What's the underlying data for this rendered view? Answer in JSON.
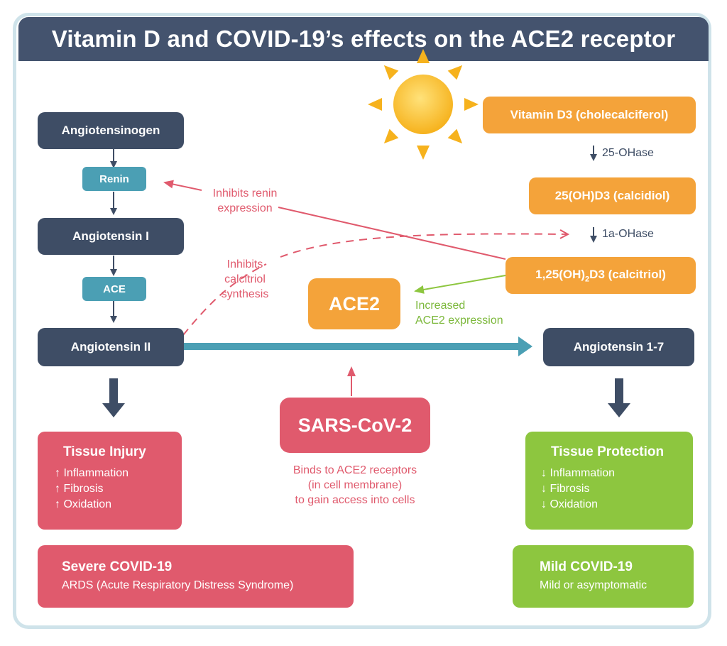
{
  "title": "Vitamin D and COVID-19’s effects on the ACE2 receptor",
  "left_column": {
    "angiotensinogen": "Angiotensinogen",
    "renin": "Renin",
    "angiotensin_1": "Angiotensin I",
    "ace": "ACE",
    "angiotensin_2": "Angiotensin II"
  },
  "vitamin_d": {
    "d3": "Vitamin D3 (cholecalciferol)",
    "step1": "25-OHase",
    "calcidiol": "25(OH)D3 (calcidiol)",
    "step2": "1a-OHase",
    "calcitriol_prefix": "1,25(OH)",
    "calcitriol_sub": "2",
    "calcitriol_suffix": "D3 (calcitriol)"
  },
  "center": {
    "ace2": "ACE2",
    "sars": "SARS-CoV-2",
    "sars_note_1": "Binds to ACE2 receptors",
    "sars_note_2": "(in cell membrane)",
    "sars_note_3": "to gain access into cells"
  },
  "right_column": {
    "angiotensin_1_7": "Angiotensin 1-7"
  },
  "annotations": {
    "inhibits_renin_1": "Inhibits renin",
    "inhibits_renin_2": "expression",
    "inhibits_calcitriol_1": "Inhibits",
    "inhibits_calcitriol_2": "calcitriol",
    "inhibits_calcitriol_3": "synthesis",
    "increased_ace2_1": "Increased",
    "increased_ace2_2": "ACE2 expression"
  },
  "tissue_injury": {
    "title": "Tissue Injury",
    "items": [
      "↑ Inflammation",
      "↑ Fibrosis",
      "↑ Oxidation"
    ]
  },
  "tissue_protection": {
    "title": "Tissue Protection",
    "items": [
      "↓ Inflammation",
      "↓ Fibrosis",
      "↓ Oxidation"
    ]
  },
  "severe": {
    "title": "Severe COVID-19",
    "subtitle": "ARDS (Acute Respiratory Distress Syndrome)"
  },
  "mild": {
    "title": "Mild COVID-19",
    "subtitle": "Mild or asymptomatic"
  },
  "icons": {
    "sun": "sun-icon"
  },
  "colors": {
    "navy": "#3e4d65",
    "teal": "#4b9fb4",
    "orange": "#f4a33a",
    "pink": "#e05a6d",
    "green": "#8dc63f"
  }
}
